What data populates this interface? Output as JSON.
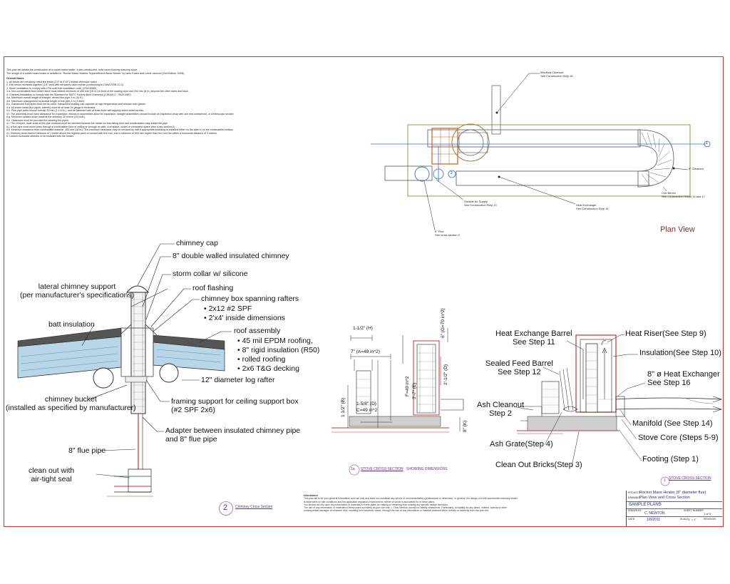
{
  "notes": {
    "intro": [
      "This plan set details the construction of a rocket mass heater; a site-constructed, solid wood burning masonry stove.",
      "The design of a rocket mass heater is detailed in \"Rocket Mass Heaters: Superefficient Wood Stoves\" by Ianto Evans and Leslie Jackson (2nd Edition, 2006)."
    ],
    "heading": "General Notes",
    "items": [
      "1.   All bricks are refractory rated fire bricks (2.5\"x4.5\"x9\") unless otherwise noted.",
      "2.   Fire bricks mortared together (1/4\" bed) with refractory rated mortar (conforming to CAN/CSSB-10.3).",
      "3.   Stove installation to comply with CSA solid fuel installation code. (CSA B365).",
      "3.a.    Non-combustible floor under stove must extend minimum of 450 mm (18 in.) in front of the loading door and 200 mm (8 in.) beyond the other sides and back.",
      "4.   Chimney installation to comply with the Standard for 650°C Factory-Built Chimneys (CAN/ULC - S629-M87)",
      "4.a.   Maximum overall length of straight, vented flue pipe 3 m (10 ft.)",
      "4.b.   Maximum unsupported horizontal length of flue pipe 1 m (3 feet).",
      "4.c.   Galvanized flue pipes must not be used. Galvanized coating can vaporize at high temperature and release toxic gases.",
      "4.d.   All sheet metal (flue pipes, barrels) must be at least 24 gauge in thickness.",
      "4.e.   Flue pipe joints should overlap 30 mm (1 1/4 in.), and be fastened with at least three self-tapping sheet metal screws.",
      "4.f.   The assembly must have allowance for expansion: elbows in assemblies allow for expansion; straight assemblies should include an inspection wrap with one end unfastened, or a telescopic section.",
      "4.g.   Minimum upward slope towards the chimney 20 mm/m (1/4 in/ft.).",
      "4.h.   Cleanouts must be provided for cleaning the pipes.",
      "4.i.   The crimped, male ends of the pipe sections must be oriented towards the heater so that falling dust and condensation stay inside the pipe.",
      "4.j.   A flue pipe must never pass through a combustible floor or ceiling or through an attic, roof space, closet or concealed space (see cross section 2).",
      "4.k.   Minimum clearance from combustible material: 450 mm (18 in.). The minimum clearance may be reduced by half if appropriate shielding is installed either on the pipe or on the combustible surface.",
      "4.l.   Chimney must extend minimum of 1 metre above the highest point of contact with the roof, and a minimum of 600 mm higher than the roof line within a horizontal distance of 3 metres.",
      "5.   Carbon monoxide detector to be installed with the heater."
    ]
  },
  "plan_view": {
    "title": "Plan View",
    "callouts": {
      "manifold_cleanout": [
        "Manifold Cleanout",
        "See Construction Step 15"
      ],
      "cleanout_8": [
        "8\" Cleanout"
      ],
      "cob_bench": [
        "Cob Bench",
        "See Construction Steps 16 and 17"
      ],
      "heat_exchanger": [
        "Heat Exchanger",
        "See Construction Step 16"
      ],
      "outside_air": [
        "Outside Air Supply",
        "See Construction Step 13"
      ],
      "flue_8": [
        "8\" Flue",
        "See cross section 2"
      ]
    },
    "markers": [
      "1",
      "2"
    ]
  },
  "chimney": {
    "labels": {
      "cap": "chimney cap",
      "double_walled": "8\" double walled insulated chimney",
      "storm_collar": "storm collar w/ silicone",
      "lateral_support_1": "lateral chimney support",
      "lateral_support_2": "(per manufacturer's specifications)",
      "roof_flashing": "roof flashing",
      "chimney_box": "chimney box spanning rafters",
      "box_b1": "2x12 #2 SPF",
      "box_b2": "2'x4' inside dimensions",
      "batt": "batt insulation",
      "roof_assembly": "roof assembly",
      "roof_b1": "45 mil EPDM roofing,",
      "roof_b2": "8\" rigid insulation (R50)",
      "roof_b3": "rolled roofing",
      "roof_b4": "2x6 T&G decking",
      "log_rafter": "12\" diameter log rafter",
      "bucket_1": "chimney bucket",
      "bucket_2": "(installed as specified by manufacturer)",
      "framing_1": "framing support for ceiling support box",
      "framing_2": "(#2 SPF 2x6)",
      "adapter_1": "Adapter between insulated chimney pipe",
      "adapter_2": "and 8\" flue pipe",
      "flue_pipe": "8\" flue pipe",
      "cleanout_1": "clean out with",
      "cleanout_2": "air-tight seal"
    },
    "tag_number": "2",
    "tag_text": "Chimney Cross Section"
  },
  "stove_dims": {
    "labels": {
      "h": "1-1/2\" (H)",
      "g": "6\" (G=70 in^2)",
      "a": "7\" (A=49 in^2)",
      "f": "F=49 in^2",
      "e": "3'-7\" (E)",
      "d": "2'-1/2\" (D)",
      "b": "1 1/2\" (B)",
      "c1": "1-5/8\" (D)",
      "c2": "C=49 in^2",
      "k": "8\" (K)"
    },
    "tag_number": "1a",
    "tag_text": "STOVE CROSS SECTION",
    "tag_suffix": "SHOWING DIMENSIONS"
  },
  "stove_cross": {
    "labels": {
      "heb_1": "Heat Exchange Barrel",
      "heb_2": "See Step 11",
      "riser": "Heat Riser(See Step 9)",
      "sfb_1": "Sealed Feed Barrel",
      "sfb_2": "See Step 12",
      "insulation": "Insulation(See Step 10)",
      "hx_1": "8\" ø Heat Exchanger",
      "hx_2": "See Step 16",
      "ash_1": "Ash Cleanout",
      "ash_2": "Step 2",
      "manifold": "Manifold (See Step 14)",
      "core": "Stove Core (Steps 5-9)",
      "grate": "Ash Grate(Step 4)",
      "footing": "Footing (Step 1)",
      "bricks": "Clean Out Bricks(Step 3)"
    },
    "tag_number": "1",
    "tag_text": "STOVE CROSS SECTION"
  },
  "disclaimer": {
    "title": "Disclaimer",
    "lines": [
      "This plan set is for your general information and use only and does not constitute any advice or recommendation (professional or otherwise). In general, the design of a site-constructed masonry heater",
      "is dependent on site conditions and the applicable regulatory environment, neither of which is accounted for in these plans.",
      "You should not rely upon any information or materials in these plans for making or refraining from making any specific design decisions.",
      "The use of any information or materials in these plans is entirely at your own risk. I, Chris Newton, accept no liability whatsoever. Particularly, no liability for any direct, indirect, special or other",
      "consequential damages of whatever kind, resulting from whatever cause, through the use of any information or material obtained either directly or indirectly from this plan set."
    ]
  },
  "title_block": {
    "project_label": "PROJECT:",
    "project": "Rocket Mass Heater (8\" diameter flue)",
    "drawing_label": "DRAWING:",
    "drawing": "Plan View and Cross Section",
    "sample": "SAMPLE PLANS",
    "drawn_by_label": "DRAWN BY:",
    "drawn_by": "C. NEWTON",
    "sheet_label": "SHEET NUMBER",
    "sheet": "1 of 3",
    "date_label": "DATE:",
    "date": "1/8/2011",
    "scale_label": "SCALE:",
    "scale": "1\" = 1\"",
    "revision_label": "REVISION:"
  }
}
